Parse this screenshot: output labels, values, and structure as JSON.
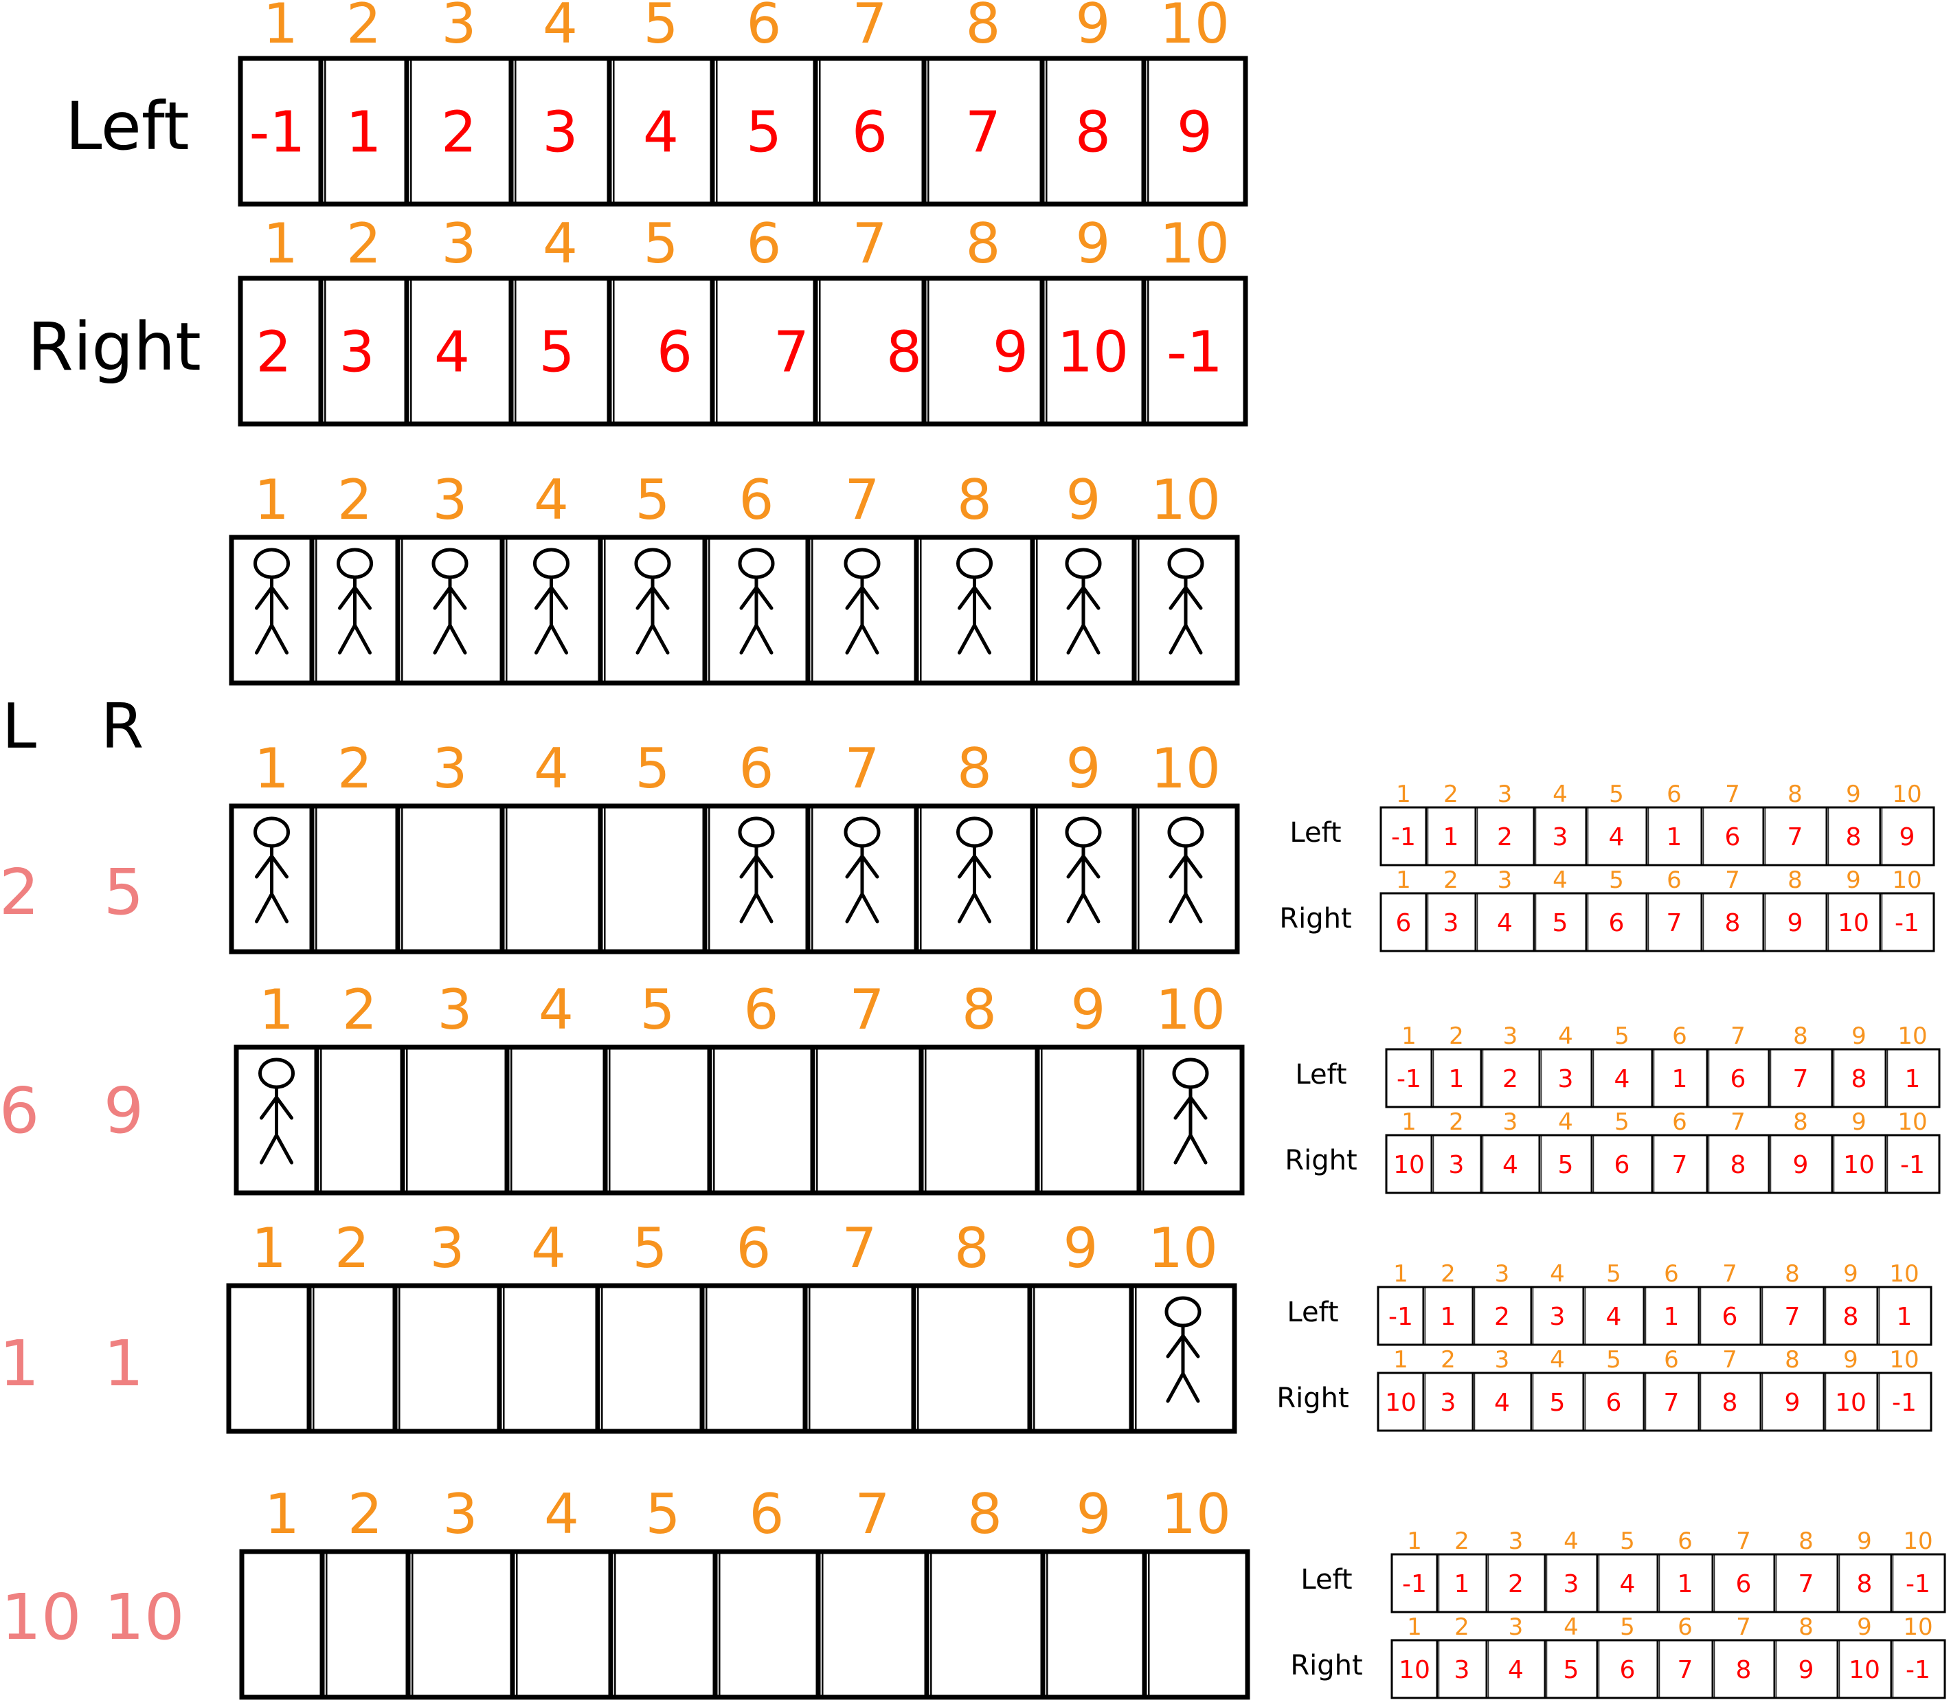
{
  "indices": [
    "1",
    "2",
    "3",
    "4",
    "5",
    "6",
    "7",
    "8",
    "9",
    "10"
  ],
  "labels": {
    "left": "Left",
    "right": "Right",
    "L": "L",
    "R": "R"
  },
  "colors": {
    "index": "#f7931e",
    "value": "#ff0000",
    "lr_value": "#ef8080",
    "border": "#000000",
    "text": "#000000"
  },
  "initial": {
    "left": [
      "-1",
      "1",
      "2",
      "3",
      "4",
      "5",
      "6",
      "7",
      "8",
      "9"
    ],
    "right": [
      "2",
      "3",
      "4",
      "5",
      "6",
      "7",
      "8",
      "9",
      "10",
      "-1"
    ],
    "people": [
      true,
      true,
      true,
      true,
      true,
      true,
      true,
      true,
      true,
      true
    ]
  },
  "steps": [
    {
      "L": "2",
      "R": "5",
      "people": [
        true,
        false,
        false,
        false,
        false,
        true,
        true,
        true,
        true,
        true
      ],
      "left": [
        "-1",
        "1",
        "2",
        "3",
        "4",
        "1",
        "6",
        "7",
        "8",
        "9"
      ],
      "right": [
        "6",
        "3",
        "4",
        "5",
        "6",
        "7",
        "8",
        "9",
        "10",
        "-1"
      ]
    },
    {
      "L": "6",
      "R": "9",
      "people": [
        true,
        false,
        false,
        false,
        false,
        false,
        false,
        false,
        false,
        true
      ],
      "left": [
        "-1",
        "1",
        "2",
        "3",
        "4",
        "1",
        "6",
        "7",
        "8",
        "1"
      ],
      "right": [
        "10",
        "3",
        "4",
        "5",
        "6",
        "7",
        "8",
        "9",
        "10",
        "-1"
      ]
    },
    {
      "L": "1",
      "R": "1",
      "people": [
        false,
        false,
        false,
        false,
        false,
        false,
        false,
        false,
        false,
        true
      ],
      "left": [
        "-1",
        "1",
        "2",
        "3",
        "4",
        "1",
        "6",
        "7",
        "8",
        "1"
      ],
      "right": [
        "10",
        "3",
        "4",
        "5",
        "6",
        "7",
        "8",
        "9",
        "10",
        "-1"
      ]
    },
    {
      "L": "10",
      "R": "10",
      "people": [
        false,
        false,
        false,
        false,
        false,
        false,
        false,
        false,
        false,
        false
      ],
      "left": [
        "-1",
        "1",
        "2",
        "3",
        "4",
        "1",
        "6",
        "7",
        "8",
        "-1"
      ],
      "right": [
        "10",
        "3",
        "4",
        "5",
        "6",
        "7",
        "8",
        "9",
        "10",
        "-1"
      ]
    }
  ]
}
